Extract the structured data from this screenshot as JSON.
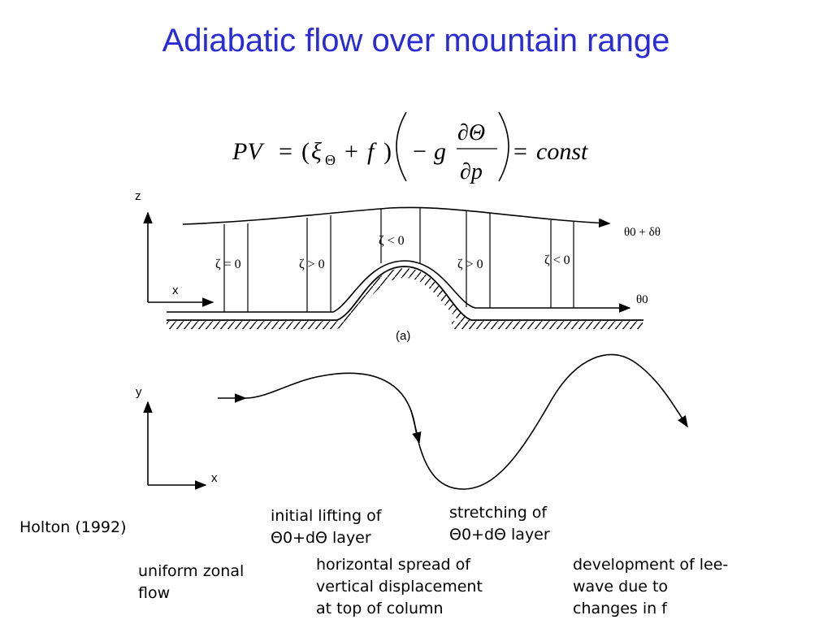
{
  "title": "Adiabatic flow over mountain range",
  "equation": {
    "lhs": "PV",
    "equals": "=",
    "open": "(",
    "xi": "ξ",
    "xi_sub": "Θ",
    "plus": "+",
    "f": "f",
    "close": ")",
    "minus": "−",
    "g": "g",
    "numerator": "∂Θ",
    "denominator": "∂p",
    "equals2": "=",
    "rhs": "const"
  },
  "panel_a": {
    "z_axis": "z",
    "x_axis": "x",
    "top_surface": "θ0 + δθ",
    "bottom_surface": "θ0",
    "vort_1": "ζ = 0",
    "vort_2": "ζ > 0",
    "vort_3": "ζ < 0",
    "vort_4": "ζ > 0",
    "vort_5": "ζ < 0",
    "panel_label": "(a)"
  },
  "panel_b": {
    "y_axis": "y",
    "x_axis": "x"
  },
  "captions": {
    "source": "Holton (1992)",
    "uniform": [
      "uniform zonal",
      "flow"
    ],
    "lifting": [
      "initial lifting of",
      "Θ0+dΘ layer"
    ],
    "spread": [
      "horizontal spread of",
      "vertical displacement",
      "at top of column"
    ],
    "stretching": [
      "stretching of",
      "Θ0+dΘ layer"
    ],
    "leewave": [
      "development of lee-",
      "wave due to",
      "changes in f"
    ]
  }
}
